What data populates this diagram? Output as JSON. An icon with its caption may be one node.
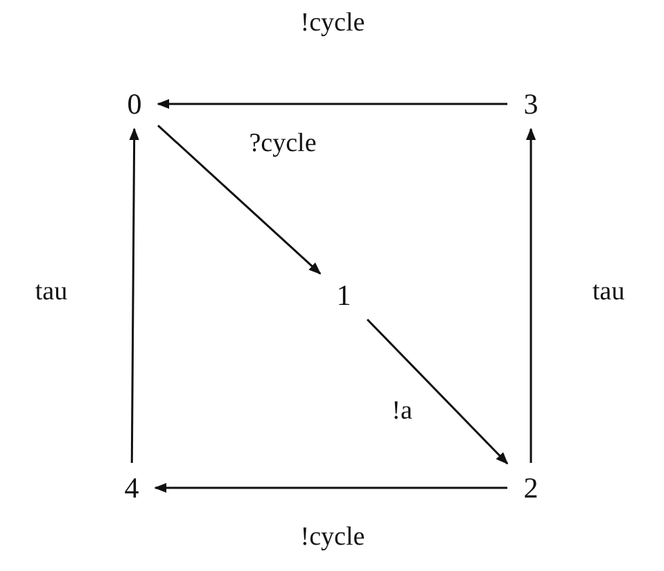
{
  "diagram": {
    "nodes": [
      {
        "text": [
          "0"
        ]
      },
      {
        "text": [
          "1"
        ]
      },
      {
        "text": [
          "2"
        ]
      },
      {
        "text": [
          "3"
        ]
      },
      {
        "text": [
          "4"
        ]
      }
    ],
    "edges": [
      {
        "from": 3,
        "to": 0,
        "arrow": "to",
        "label": "!cycle"
      },
      {
        "from": 0,
        "to": 1,
        "arrow": "to",
        "label": "?cycle"
      },
      {
        "from": 1,
        "to": 2,
        "arrow": "to",
        "label": "!a"
      },
      {
        "from": 4,
        "to": 0,
        "arrow": "to",
        "label": "tau"
      },
      {
        "from": 2,
        "to": 3,
        "arrow": "to",
        "label": "tau"
      },
      {
        "from": 2,
        "to": 4,
        "arrow": "to",
        "label": "!cycle"
      }
    ]
  }
}
